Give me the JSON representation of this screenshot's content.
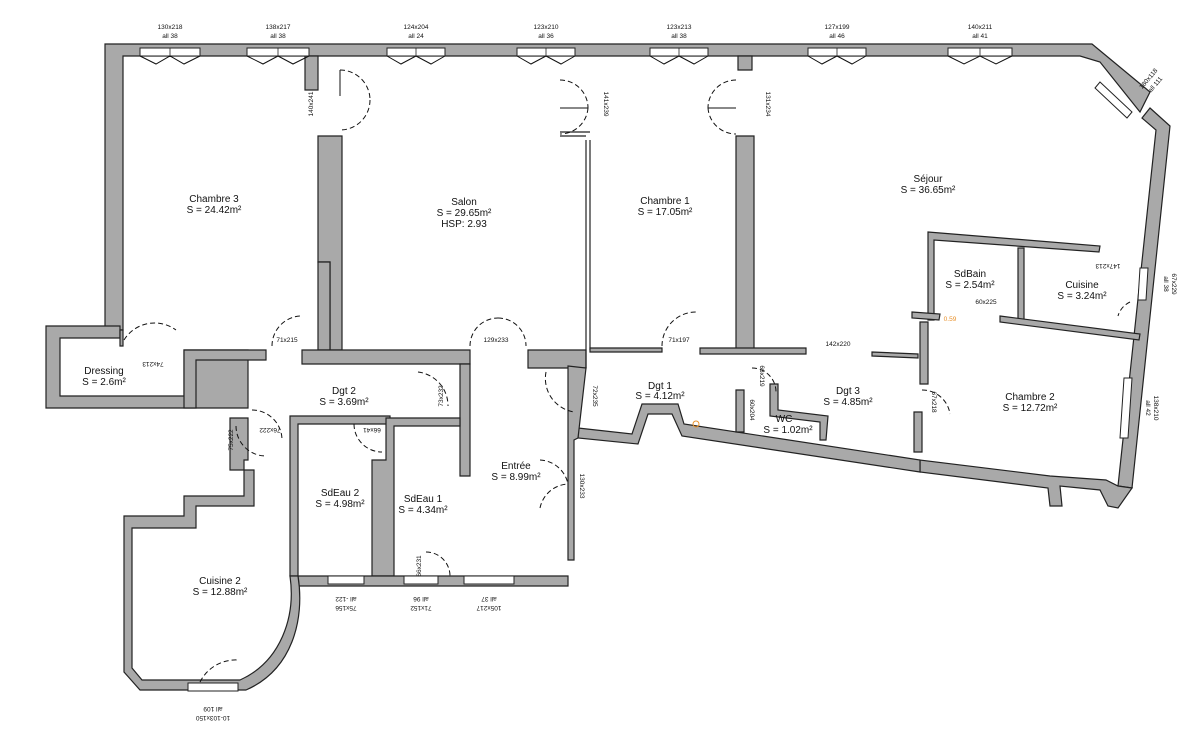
{
  "rooms": [
    {
      "id": "chambre3",
      "name": "Chambre 3",
      "area": "S = 24.42m²"
    },
    {
      "id": "salon",
      "name": "Salon",
      "area": "S = 29.65m²",
      "extra": "HSP: 2.93"
    },
    {
      "id": "chambre1",
      "name": "Chambre 1",
      "area": "S = 17.05m²"
    },
    {
      "id": "sejour",
      "name": "Séjour",
      "area": "S = 36.65m²"
    },
    {
      "id": "sdbain",
      "name": "SdBain",
      "area": "S = 2.54m²"
    },
    {
      "id": "cuisine",
      "name": "Cuisine",
      "area": "S = 3.24m²"
    },
    {
      "id": "dressing",
      "name": "Dressing",
      "area": "S = 2.6m²"
    },
    {
      "id": "dgt2",
      "name": "Dgt 2",
      "area": "S = 3.69m²"
    },
    {
      "id": "dgt1",
      "name": "Dgt 1",
      "area": "S = 4.12m²"
    },
    {
      "id": "dgt3",
      "name": "Dgt 3",
      "area": "S = 4.85m²"
    },
    {
      "id": "wc",
      "name": "WC",
      "area": "S = 1.02m²"
    },
    {
      "id": "chambre2",
      "name": "Chambre 2",
      "area": "S = 12.72m²"
    },
    {
      "id": "entree",
      "name": "Entrée",
      "area": "S = 8.99m²"
    },
    {
      "id": "sdeau2",
      "name": "SdEau 2",
      "area": "S = 4.98m²"
    },
    {
      "id": "sdeau1",
      "name": "SdEau 1",
      "area": "S = 4.34m²"
    },
    {
      "id": "cuisine2",
      "name": "Cuisine 2",
      "area": "S = 12.88m²"
    }
  ],
  "window_labels": [
    {
      "size": "130x218",
      "allege": "all 38"
    },
    {
      "size": "138x217",
      "allege": "all 38"
    },
    {
      "size": "124x204",
      "allege": "all 24"
    },
    {
      "size": "123x210",
      "allege": "all 36"
    },
    {
      "size": "123x213",
      "allege": "all 38"
    },
    {
      "size": "127x199",
      "allege": "all 46"
    },
    {
      "size": "140x211",
      "allege": "all 41"
    },
    {
      "size": "180x118",
      "allege": "all 111"
    },
    {
      "size": "67x229",
      "allege": "all 38"
    },
    {
      "size": "138x210",
      "allege": "all 42"
    },
    {
      "size": "75x156",
      "allege": "all -122"
    },
    {
      "size": "71x152",
      "allege": "all 96"
    },
    {
      "size": "105x217",
      "allege": "all 37"
    },
    {
      "size": "10-103x150",
      "allege": "all 109"
    }
  ],
  "door_labels": {
    "d_salon_top": "140x241",
    "d_ch1_top_left": "141x239",
    "d_ch1_top_right": "131x234",
    "d_dgt2_ch3": "71x215",
    "d_salon_bottom": "129x233",
    "d_ch1_bottom": "71x197",
    "d_dressing": "74x213",
    "d_dgt2_left": "76x222",
    "d_cuisine2": "75x222",
    "d_sdeau2": "66x41",
    "d_dgt2_mid": "73x232",
    "d_entree_right": "72x235",
    "d_entree_low": "130x233",
    "d_sdeau1": "66x231",
    "d_dgt3_a": "66x219",
    "d_wc": "60x204",
    "d_sejour": "142x220",
    "d_sdbain": "60x225",
    "d_ch2": "67x218",
    "d_cuisine_right": "147x213",
    "orange_value": "0.59"
  }
}
